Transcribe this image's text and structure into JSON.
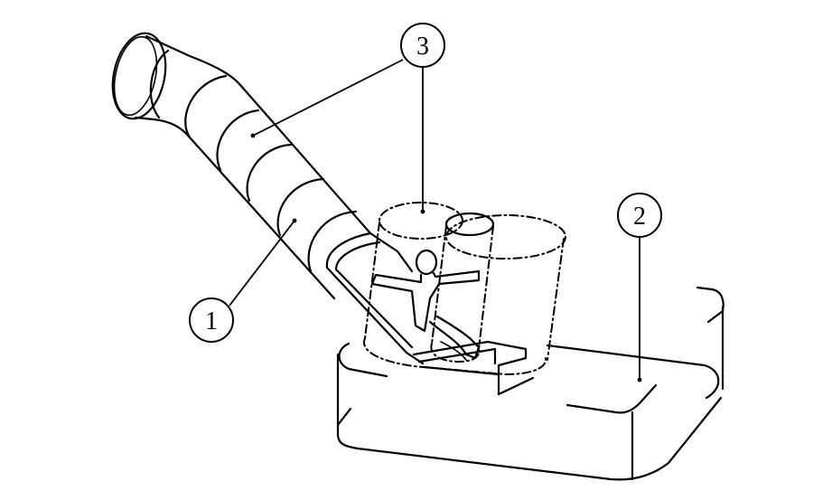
{
  "callouts": [
    {
      "number": "1",
      "part": "slide-tube"
    },
    {
      "number": "2",
      "part": "pool-basin"
    },
    {
      "number": "3",
      "part": "tube-rings"
    }
  ]
}
